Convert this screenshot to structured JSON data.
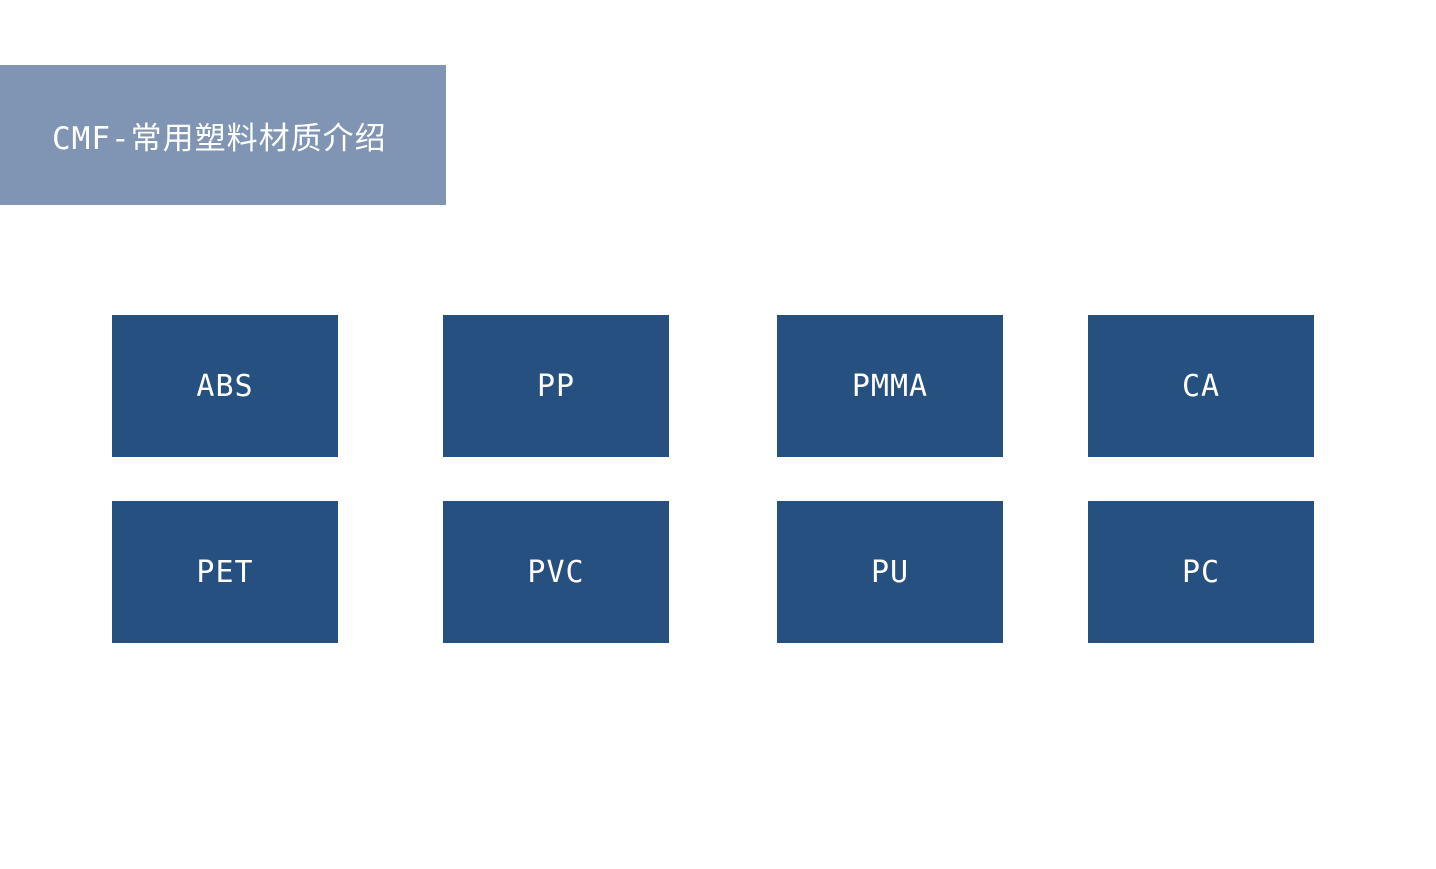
{
  "slide": {
    "title": "CMF-常用塑料材质介绍",
    "materials": [
      "ABS",
      "PP",
      "PMMA",
      "CA",
      "PET",
      "PVC",
      "PU",
      "PC"
    ]
  },
  "colors": {
    "page_bg": "#FFFFFF",
    "title_banner_bg": "#8095B4",
    "material_box_bg": "#26507F",
    "text": "#FFFFFF"
  }
}
